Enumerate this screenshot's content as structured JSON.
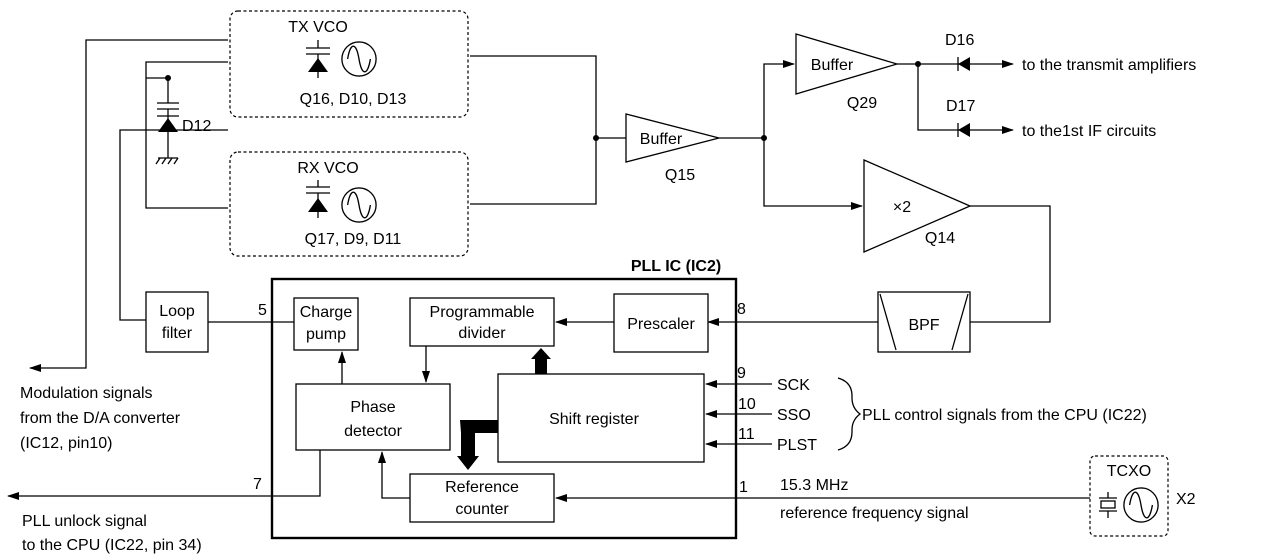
{
  "tx_vco": {
    "title": "TX VCO",
    "parts": "Q16, D10, D13"
  },
  "rx_vco": {
    "title": "RX VCO",
    "parts": "Q17, D9, D11"
  },
  "d12": "D12",
  "buffer_q15": {
    "label": "Buffer",
    "ref": "Q15"
  },
  "buffer_q29": {
    "label": "Buffer",
    "ref": "Q29"
  },
  "doubler": {
    "label": "×2",
    "ref": "Q14"
  },
  "d16": {
    "ref": "D16",
    "dest": "to the transmit amplifiers"
  },
  "d17": {
    "ref": "D17",
    "dest": "to the1st IF circuits"
  },
  "bpf": "BPF",
  "pll_ic_title": "PLL IC (IC2)",
  "loop_filter": [
    "Loop",
    "filter"
  ],
  "charge_pump": [
    "Charge",
    "pump"
  ],
  "programmable_divider": [
    "Programmable",
    "divider"
  ],
  "prescaler": "Prescaler",
  "phase_detector": [
    "Phase",
    "detector"
  ],
  "shift_register": "Shift register",
  "reference_counter": [
    "Reference",
    "counter"
  ],
  "pins": {
    "p5": "5",
    "p8": "8",
    "p9": "9",
    "p10": "10",
    "p11": "11",
    "p7": "7",
    "p1": "1"
  },
  "signals": {
    "sck": "SCK",
    "sso": "SSO",
    "plst": "PLST"
  },
  "pll_control": "PLL control signals from the CPU (IC22)",
  "modulation": [
    "Modulation signals",
    "from the D/A converter",
    "(IC12, pin10)"
  ],
  "unlock": [
    "PLL unlock signal",
    "to the CPU (IC22, pin 34)"
  ],
  "reference_signal": [
    "15.3 MHz",
    "reference frequency signal"
  ],
  "tcxo": {
    "title": "TCXO",
    "ref": "X2"
  }
}
